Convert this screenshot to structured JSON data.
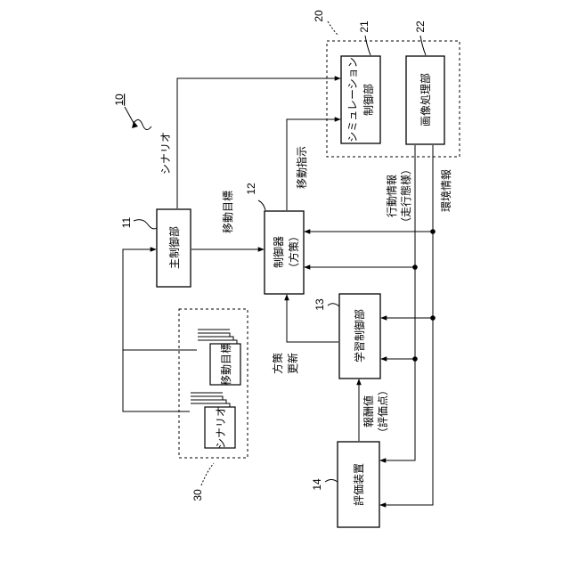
{
  "diagram": {
    "ref_system": "10",
    "ref_sim_group": "20",
    "ref_storage": "30",
    "blocks": {
      "main_control": {
        "ref": "11",
        "label": "主制御部"
      },
      "controller": {
        "ref": "12",
        "label1": "制御器",
        "label2": "（方策）"
      },
      "learning_control": {
        "ref": "13",
        "label": "学習制御部"
      },
      "evaluation_device": {
        "ref": "14",
        "label": "評価装置"
      },
      "simulation_control": {
        "ref": "21",
        "label1": "シミュレーション",
        "label2": "制御部"
      },
      "image_processing": {
        "ref": "22",
        "label": "画像処理部"
      }
    },
    "documents": {
      "movement_target": "移動目標",
      "scenario": "シナリオ"
    },
    "edge_labels": {
      "scenario": "シナリオ",
      "movement_target": "移動目標",
      "movement_instruction": "移動指示",
      "action_info_1": "行動情報",
      "action_info_2": "（走行態様）",
      "environment_info": "環境情報",
      "policy_update_1": "方策",
      "policy_update_2": "更新",
      "reward_1": "報酬値",
      "reward_2": "（評価点）"
    }
  }
}
